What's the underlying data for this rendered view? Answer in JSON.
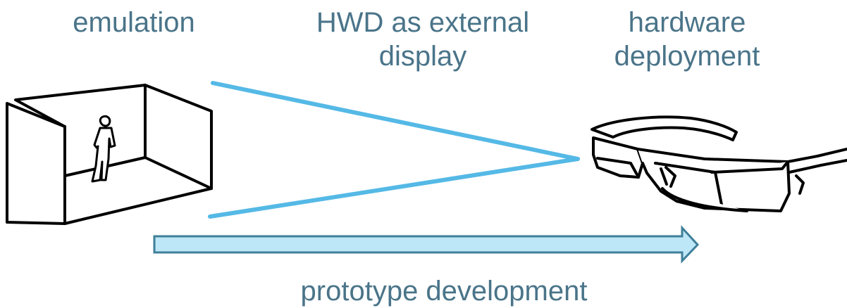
{
  "labels": {
    "emulation": "emulation",
    "hwd_line1": "HWD as external",
    "hwd_line2": "display",
    "hardware_line1": "hardware",
    "hardware_line2": "deployment",
    "prototype": "prototype development"
  },
  "colors": {
    "text": "#4a7489",
    "beam": "#55b9e6",
    "arrow_fill": "#bde6f7",
    "arrow_stroke": "#3f7f99",
    "sketch": "#000000"
  }
}
